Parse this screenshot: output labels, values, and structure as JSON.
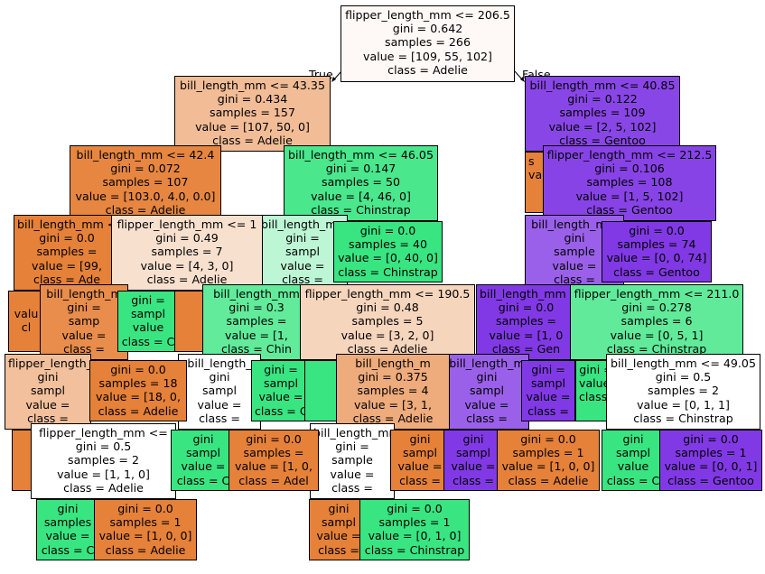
{
  "edge_labels": {
    "left": "True",
    "right": "False"
  },
  "colors": {
    "adelie": "#e58139",
    "chinstrap": "#39e581",
    "gentoo": "#8139e5"
  },
  "nodes": [
    {
      "id": "n0",
      "lines": [
        "flipper_length_mm <= 206.5",
        "gini = 0.642",
        "samples = 266",
        "value = [109, 55, 102]",
        "class = Adelie"
      ],
      "fill": "#fef9f6"
    },
    {
      "id": "n1",
      "lines": [
        "bill_length_mm <= 43.35",
        "gini = 0.434",
        "samples = 157",
        "value = [107, 50, 0]",
        "class = Adelie"
      ],
      "fill": "#f1bc96"
    },
    {
      "id": "n2",
      "lines": [
        "bill_length_mm <= 40.85",
        "gini = 0.122",
        "samples = 109",
        "value = [2, 5, 102]",
        "class = Gentoo"
      ],
      "fill": "#8946e7"
    },
    {
      "id": "n3",
      "lines": [
        "bill_length_mm <= 42.4",
        "gini = 0.072",
        "samples = 107",
        "value = [103.0, 4.0, 0.0]",
        "class = Adelie"
      ],
      "fill": "#e68641"
    },
    {
      "id": "n4",
      "lines": [
        "bill_length_mm <= 46.05",
        "gini = 0.147",
        "samples = 50",
        "value = [4, 46, 0]",
        "class = Chinstrap"
      ],
      "fill": "#4ae78c"
    },
    {
      "id": "n5",
      "lines": [
        "s",
        "va",
        "",
        "",
        ""
      ],
      "fill": "#e58139"
    },
    {
      "id": "n6",
      "lines": [
        "flipper_length_mm <= 212.5",
        "gini = 0.106",
        "samples = 108",
        "value = [1, 5, 102]",
        "class = Gentoo"
      ],
      "fill": "#8743e6"
    },
    {
      "id": "n7",
      "lines": [
        "bill_length_mm <= 4",
        "gini = 0.0",
        "samples =",
        "value = [99,",
        "class = Ade"
      ],
      "fill": "#e58139"
    },
    {
      "id": "n8",
      "lines": [
        "flipper_length_mm <= 1",
        "gini = 0.49",
        "samples = 7",
        "value = [4, 3, 0]",
        "class = Adelie"
      ],
      "fill": "#f8e0ce"
    },
    {
      "id": "n9",
      "lines": [
        "bill_length_mm <",
        "gini =",
        "sampl",
        "value =",
        "class ="
      ],
      "fill": "#bdf6d5"
    },
    {
      "id": "n10",
      "lines": [
        "gini = 0.0",
        "samples = 40",
        "value = [0, 40, 0]",
        "class = Chinstrap"
      ],
      "fill": "#39e581"
    },
    {
      "id": "n11",
      "lines": [
        "bill_length_mm",
        "gini",
        "sample",
        "value =",
        "class ="
      ],
      "fill": "#9a60ea"
    },
    {
      "id": "n12",
      "lines": [
        "gini = 0.0",
        "samples = 74",
        "value = [0, 0, 74]",
        "class = Gentoo"
      ],
      "fill": "#8139e5"
    },
    {
      "id": "n13",
      "lines": [
        "",
        "valu",
        "cl"
      ],
      "fill": "#e58139"
    },
    {
      "id": "n14",
      "lines": [
        "bill_length_m",
        "gini =",
        "samp",
        "value =",
        "class ="
      ],
      "fill": "#e88d4c"
    },
    {
      "id": "n15",
      "lines": [
        "gini =",
        "sampl",
        "value",
        "class = C"
      ],
      "fill": "#39e581"
    },
    {
      "id": "n16",
      "lines": [
        "",
        "",
        "",
        "",
        ""
      ],
      "fill": "#e58139"
    },
    {
      "id": "n17",
      "lines": [
        "bill_length_mm",
        "gini = 0.3",
        "samples =",
        "value = [1,",
        "class = Chin"
      ],
      "fill": "#61eb9a"
    },
    {
      "id": "n18",
      "lines": [
        "flipper_length_mm <= 190.5",
        "gini = 0.48",
        "samples = 5",
        "value = [3, 2, 0]",
        "class = Adelie"
      ],
      "fill": "#f6d5bd"
    },
    {
      "id": "n19",
      "lines": [
        "bill_length_mm <",
        "gini = 0.0",
        "samples =",
        "value = [1, 0",
        "class = Gen"
      ],
      "fill": "#8139e5"
    },
    {
      "id": "n20",
      "lines": [
        "flipper_length_mm <= 211.0",
        "gini = 0.278",
        "samples = 6",
        "value = [0, 5, 1]",
        "class = Chinstrap"
      ],
      "fill": "#61ea9a"
    },
    {
      "id": "n21",
      "lines": [
        "flipper_length_",
        "gini",
        "sampl",
        "value =",
        "class ="
      ],
      "fill": "#f2c09c"
    },
    {
      "id": "n22",
      "lines": [
        "gini = 0.0",
        "samples = 18",
        "value = [18, 0,",
        "class = Adelie"
      ],
      "fill": "#e58139"
    },
    {
      "id": "n23",
      "lines": [
        "bill_length_",
        "gini",
        "sampl",
        "value =",
        "class ="
      ],
      "fill": "#ffffff"
    },
    {
      "id": "n24",
      "lines": [
        "gini =",
        "sampl",
        "value =",
        "class = C"
      ],
      "fill": "#39e581"
    },
    {
      "id": "n25",
      "lines": [
        "",
        "",
        "",
        "",
        ""
      ],
      "fill": "#39e581"
    },
    {
      "id": "n26",
      "lines": [
        "bill_length_m",
        "gini = 0.375",
        "samples = 4",
        "value = [3, 1,",
        "class = Adelie"
      ],
      "fill": "#eeab7b"
    },
    {
      "id": "n27",
      "lines": [
        "bill_length_m",
        "gini",
        "sampl",
        "value =",
        "class ="
      ],
      "fill": "#9a60ea"
    },
    {
      "id": "n28",
      "lines": [
        "gini =",
        "sampl",
        "value =",
        "class ="
      ],
      "fill": "#8139e5"
    },
    {
      "id": "n29",
      "lines": [
        "gini =",
        "value =",
        "class ="
      ],
      "fill": "#39e581"
    },
    {
      "id": "n30",
      "lines": [
        "bill_length_mm <= 49.05",
        "gini = 0.5",
        "samples = 2",
        "value = [0, 1, 1]",
        "class = Chinstrap"
      ],
      "fill": "#ffffff"
    },
    {
      "id": "n31",
      "lines": [
        "",
        "",
        "",
        "",
        ""
      ],
      "fill": "#e58139"
    },
    {
      "id": "n32",
      "lines": [
        "flipper_length_mm <=",
        "gini = 0.5",
        "samples = 2",
        "value = [1, 1, 0]",
        "class = Adelie"
      ],
      "fill": "#ffffff"
    },
    {
      "id": "n33",
      "lines": [
        "gini",
        "sampl",
        "value =",
        "class = C"
      ],
      "fill": "#39e581"
    },
    {
      "id": "n34",
      "lines": [
        "gini = 0.0",
        "samples =",
        "value = [1, 0,",
        "class = Adel"
      ],
      "fill": "#e58139"
    },
    {
      "id": "n35",
      "lines": [
        "bill_length_mm",
        "gini =",
        "sample",
        "value =",
        "class ="
      ],
      "fill": "#ffffff"
    },
    {
      "id": "n36",
      "lines": [
        "gini",
        "sampl",
        "value =",
        "class ="
      ],
      "fill": "#e58139"
    },
    {
      "id": "n37",
      "lines": [
        "gini",
        "sampl",
        "value =",
        "class ="
      ],
      "fill": "#8139e5"
    },
    {
      "id": "n38",
      "lines": [
        "gini = 0.0",
        "samples = 1",
        "value = [1, 0, 0]",
        "class = Adelie"
      ],
      "fill": "#e58139"
    },
    {
      "id": "n39",
      "lines": [
        "gini",
        "sampl",
        "value",
        "class = C"
      ],
      "fill": "#39e581"
    },
    {
      "id": "n40",
      "lines": [
        "gini = 0.0",
        "samples = 1",
        "value = [0, 0, 1]",
        "class = Gentoo"
      ],
      "fill": "#8139e5"
    },
    {
      "id": "n41",
      "lines": [
        "gini",
        "samples",
        "value =",
        "class = C"
      ],
      "fill": "#39e581"
    },
    {
      "id": "n42",
      "lines": [
        "gini = 0.0",
        "samples = 1",
        "value = [1, 0, 0]",
        "class = Adelie"
      ],
      "fill": "#e58139"
    },
    {
      "id": "n43",
      "lines": [
        "gini",
        "sampl",
        "value =",
        "class ="
      ],
      "fill": "#e58139"
    },
    {
      "id": "n44",
      "lines": [
        "gini = 0.0",
        "samples = 1",
        "value = [0, 1, 0]",
        "class = Chinstrap"
      ],
      "fill": "#39e581"
    }
  ]
}
